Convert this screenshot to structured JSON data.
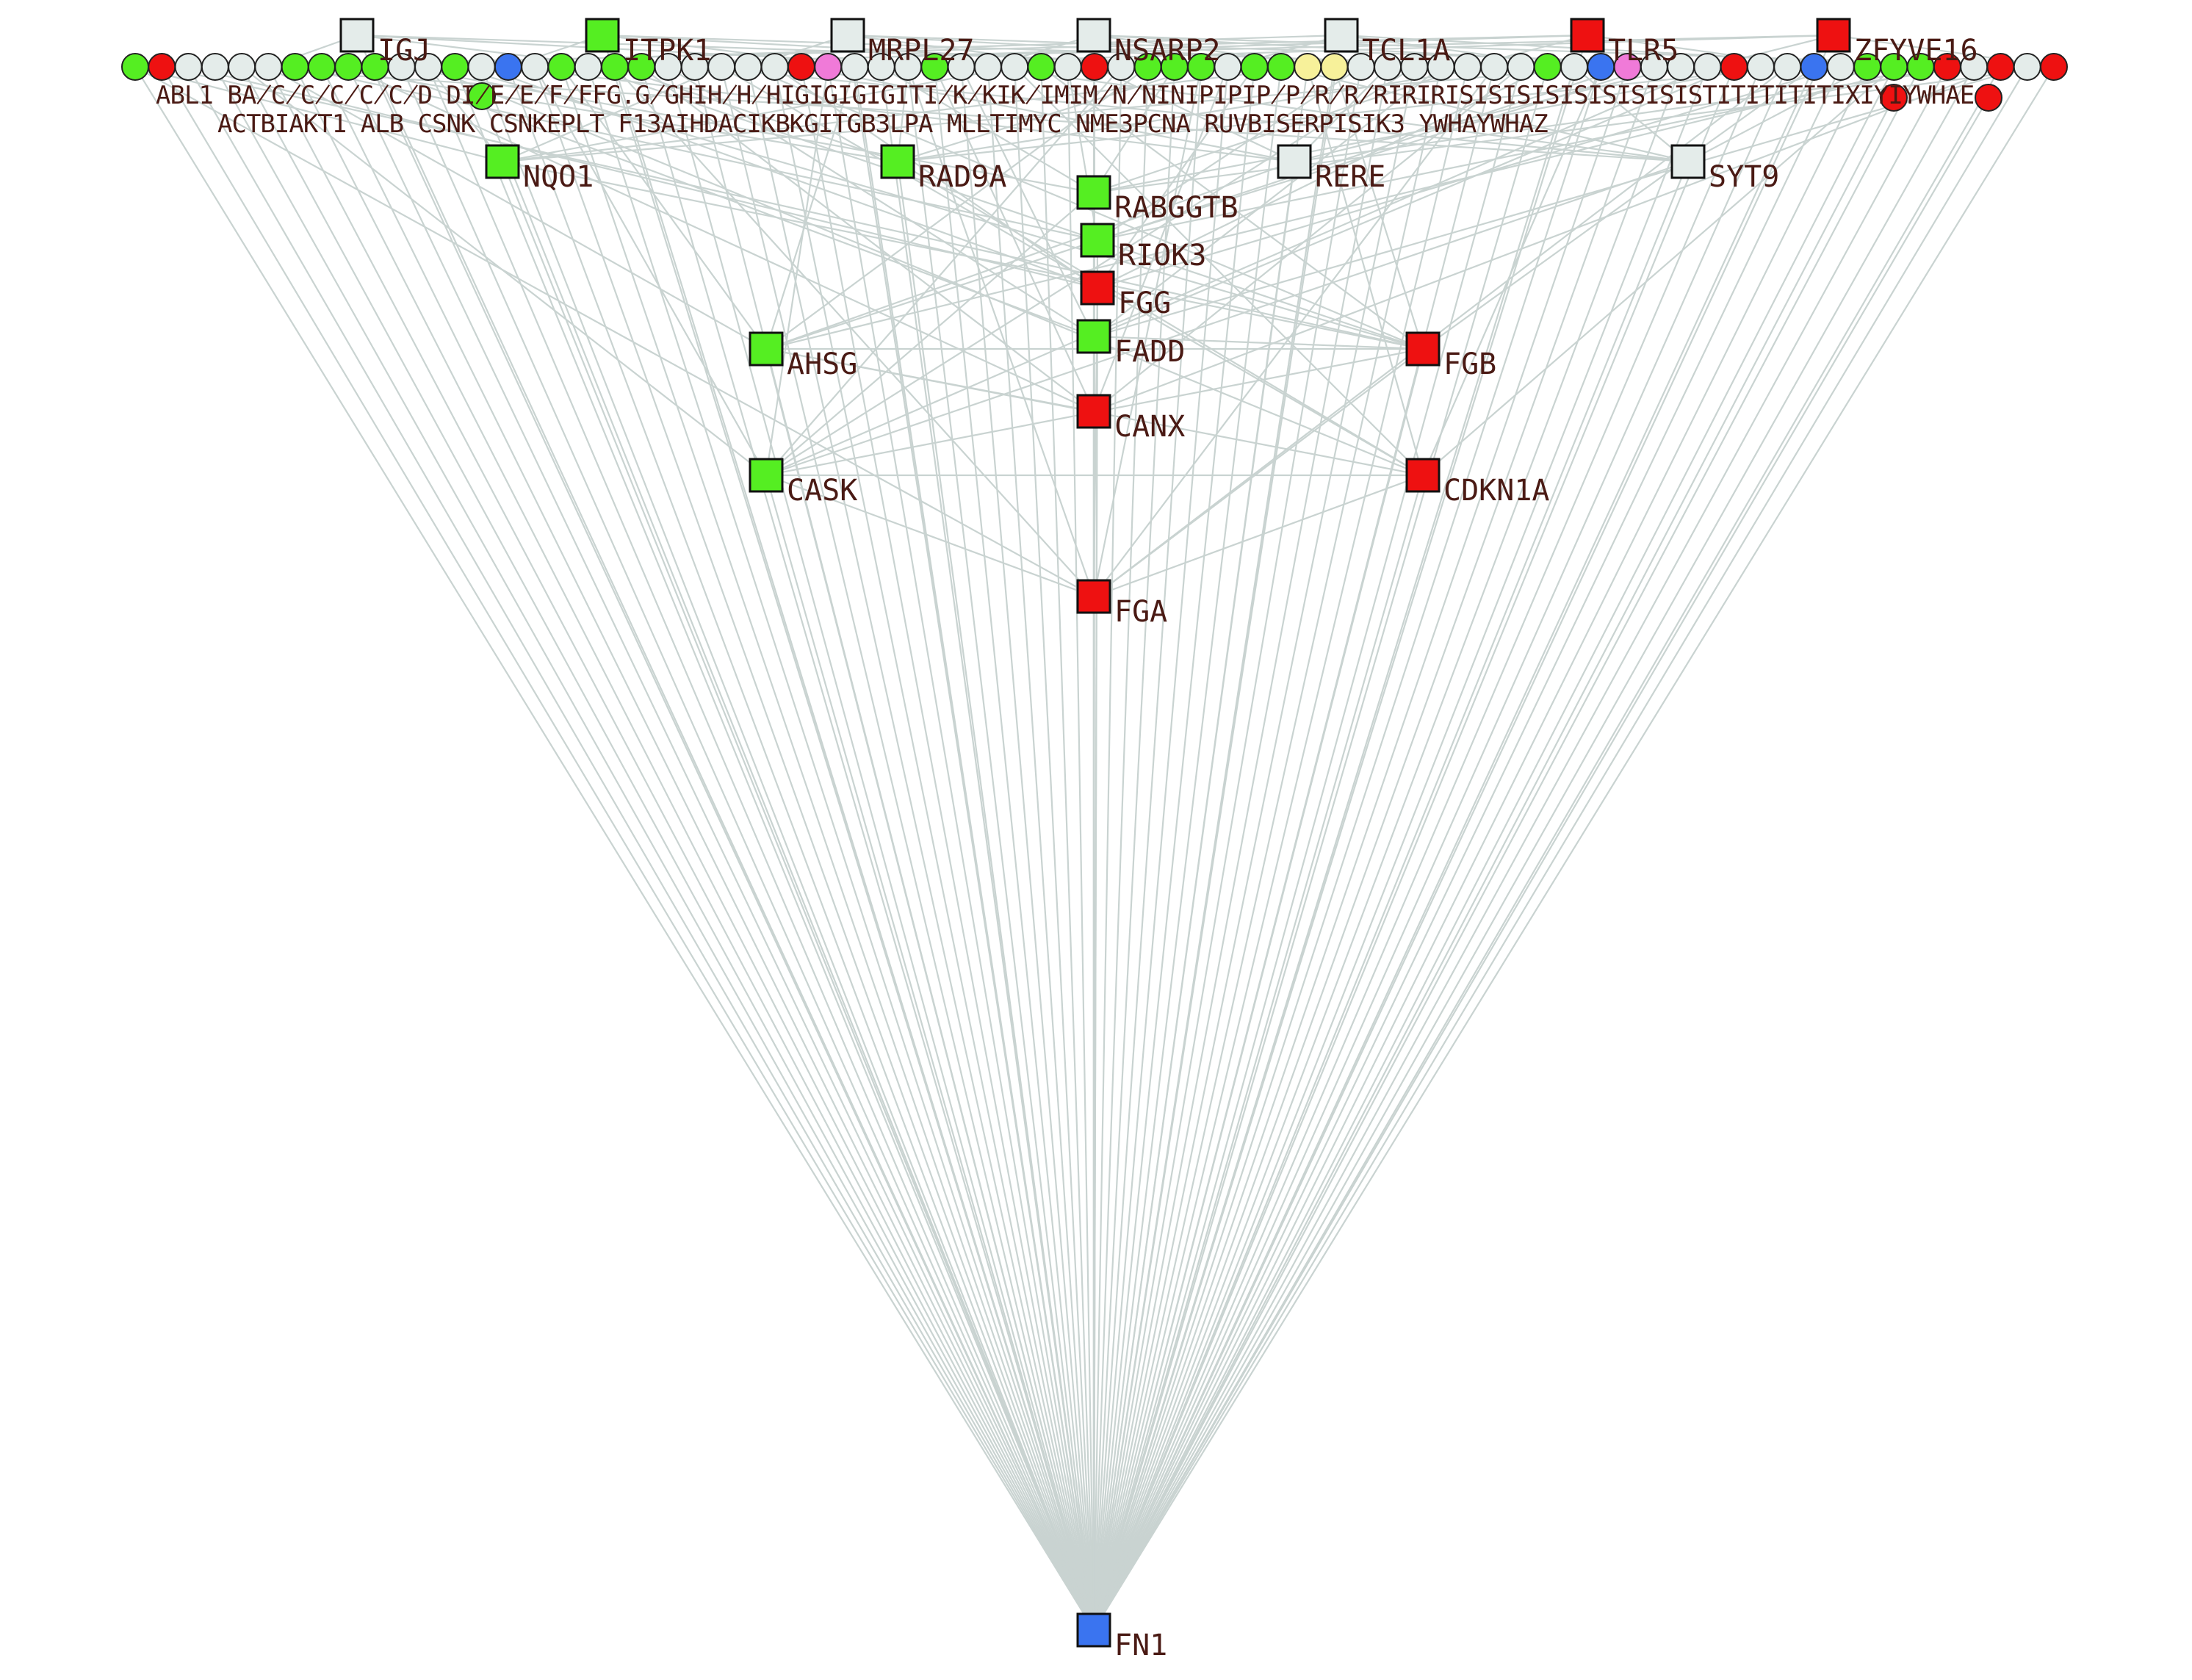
{
  "colors": {
    "green": "#55ee22",
    "red": "#ee1111",
    "gray": "#e4ecea",
    "blue": "#3a74f0",
    "pink": "#f07ad8",
    "yellow": "#f7f19a",
    "edge": "#c9d3d1",
    "label": "#4a1a14"
  },
  "hub": {
    "id": "FN1",
    "label": "FN1",
    "color": "blue"
  },
  "top_squares": [
    {
      "id": "IGJ",
      "label": "IGJ",
      "color": "gray"
    },
    {
      "id": "ITPK1",
      "label": "ITPK1",
      "color": "green"
    },
    {
      "id": "MRPL27",
      "label": "MRPL27",
      "color": "gray"
    },
    {
      "id": "NSARP2",
      "label": "NSARP2",
      "color": "gray"
    },
    {
      "id": "TCL1A",
      "label": "TCL1A",
      "color": "gray"
    },
    {
      "id": "TLR5",
      "label": "TLR5",
      "color": "red"
    },
    {
      "id": "ZFYVE16",
      "label": "ZFYVE16",
      "color": "red"
    }
  ],
  "mid_squares": [
    {
      "id": "NQO1",
      "label": "NQO1",
      "color": "green"
    },
    {
      "id": "RAD9A",
      "label": "RAD9A",
      "color": "green"
    },
    {
      "id": "RERE",
      "label": "RERE",
      "color": "gray"
    },
    {
      "id": "SYT9",
      "label": "SYT9",
      "color": "gray"
    },
    {
      "id": "RABGGTB",
      "label": "RABGGTB",
      "color": "green"
    },
    {
      "id": "RIOK3",
      "label": "RIOK3",
      "color": "green"
    },
    {
      "id": "FGG",
      "label": "FGG",
      "color": "red"
    },
    {
      "id": "FADD",
      "label": "FADD",
      "color": "green"
    },
    {
      "id": "AHSG",
      "label": "AHSG",
      "color": "green"
    },
    {
      "id": "FGB",
      "label": "FGB",
      "color": "red"
    },
    {
      "id": "CANX",
      "label": "CANX",
      "color": "red"
    },
    {
      "id": "CASK",
      "label": "CASK",
      "color": "green"
    },
    {
      "id": "CDKN1A",
      "label": "CDKN1A",
      "color": "red"
    },
    {
      "id": "FGA",
      "label": "FGA",
      "color": "red"
    }
  ],
  "row_nodes": [
    "green",
    "red",
    "gray",
    "gray",
    "gray",
    "gray",
    "green",
    "green",
    "green",
    "green",
    "gray",
    "gray",
    "green",
    "gray",
    "blue",
    "gray",
    "green",
    "gray",
    "green",
    "green",
    "gray",
    "gray",
    "gray",
    "gray",
    "gray",
    "red",
    "pink",
    "gray",
    "gray",
    "gray",
    "green",
    "gray",
    "gray",
    "gray",
    "green",
    "gray",
    "red",
    "gray",
    "green",
    "green",
    "green",
    "gray",
    "green",
    "green",
    "yellow",
    "yellow",
    "gray",
    "gray",
    "gray",
    "gray",
    "gray",
    "gray",
    "gray",
    "green",
    "gray",
    "blue",
    "pink",
    "gray",
    "gray",
    "gray",
    "red",
    "gray",
    "gray",
    "blue",
    "gray",
    "green",
    "green",
    "green",
    "red",
    "gray",
    "red",
    "gray",
    "red"
  ],
  "row_nodes_low": [
    {
      "label": "",
      "color": "green"
    },
    {
      "label": "",
      "color": "red"
    },
    {
      "label": "",
      "color": "red"
    }
  ],
  "label_row_1": "ABL1 BA̸C̸C̸C̸C̸C̸D DI̸E̸E̸F̸FFG.G̸GHIH̸H̸HIGIGIGIGITI̸K̸KIK̸IMIM̸N̸NINIPIPIP̸P̸R̸R̸RIRIRISISISISISISISISISTITITITITIXIYIYWHAE",
  "label_row_2": "ACTBIAKT1 ALB  CSNK CSNKEPLT F13AIHDACIKBKGITGB3LPA  MLLTIMYC  NME3PCNA RUVBISERPISIK3  YWHAYWHAZ"
}
